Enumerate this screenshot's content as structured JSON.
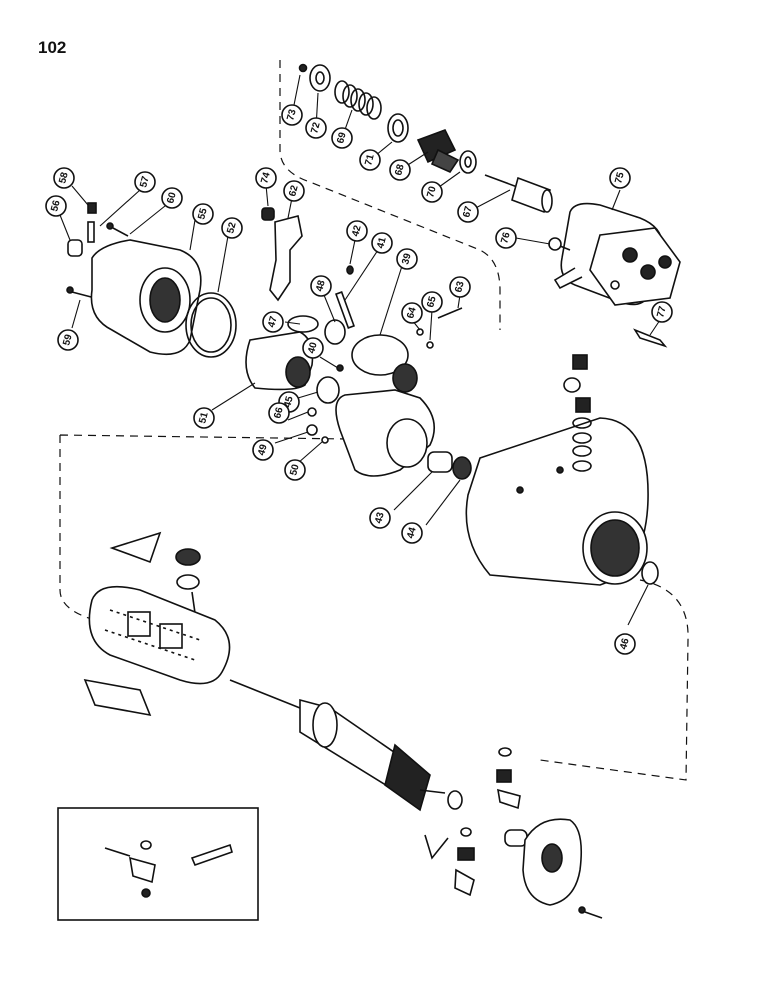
{
  "page_number": "102",
  "callouts": [
    {
      "id": "c73",
      "label": "73"
    },
    {
      "id": "c72",
      "label": "72"
    },
    {
      "id": "c69",
      "label": "69"
    },
    {
      "id": "c71",
      "label": "71"
    },
    {
      "id": "c68",
      "label": "68"
    },
    {
      "id": "c70",
      "label": "70"
    },
    {
      "id": "c67",
      "label": "67"
    },
    {
      "id": "c75",
      "label": "75"
    },
    {
      "id": "c76",
      "label": "76"
    },
    {
      "id": "c77",
      "label": "77"
    },
    {
      "id": "c58",
      "label": "58"
    },
    {
      "id": "c57",
      "label": "57"
    },
    {
      "id": "c56",
      "label": "56"
    },
    {
      "id": "c60",
      "label": "60"
    },
    {
      "id": "c55",
      "label": "55"
    },
    {
      "id": "c52",
      "label": "52"
    },
    {
      "id": "c59",
      "label": "59"
    },
    {
      "id": "c74",
      "label": "74"
    },
    {
      "id": "c62",
      "label": "62"
    },
    {
      "id": "c42",
      "label": "42"
    },
    {
      "id": "c41",
      "label": "41"
    },
    {
      "id": "c39",
      "label": "39"
    },
    {
      "id": "c48",
      "label": "48"
    },
    {
      "id": "c47",
      "label": "47"
    },
    {
      "id": "c40",
      "label": "40"
    },
    {
      "id": "c64",
      "label": "64"
    },
    {
      "id": "c65",
      "label": "65"
    },
    {
      "id": "c63",
      "label": "63"
    },
    {
      "id": "c51",
      "label": "51"
    },
    {
      "id": "c45",
      "label": "45"
    },
    {
      "id": "c66",
      "label": "66"
    },
    {
      "id": "c49",
      "label": "49"
    },
    {
      "id": "c50",
      "label": "50"
    },
    {
      "id": "c43",
      "label": "43"
    },
    {
      "id": "c44",
      "label": "44"
    },
    {
      "id": "c46",
      "label": "46"
    }
  ]
}
